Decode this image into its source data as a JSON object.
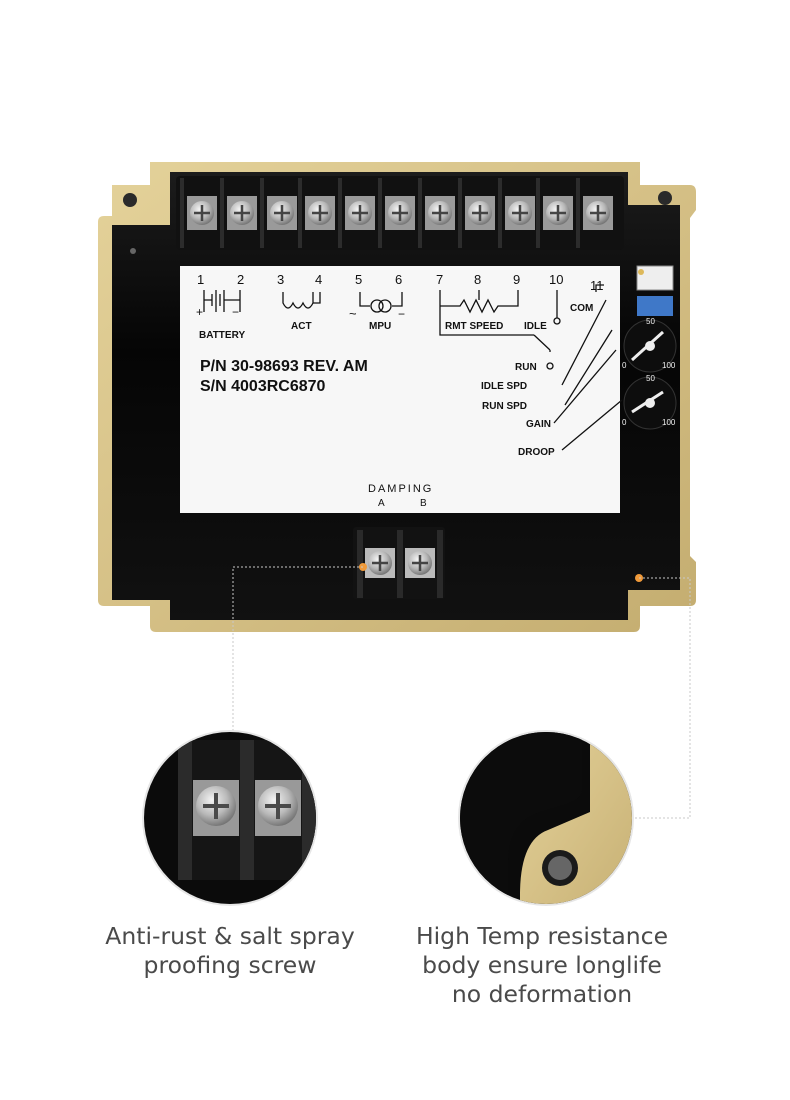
{
  "product": {
    "terminal_numbers": [
      "1",
      "2",
      "3",
      "4",
      "5",
      "6",
      "7",
      "8",
      "9",
      "10",
      "11"
    ],
    "labels": {
      "battery": "BATTERY",
      "act": "ACT",
      "mpu": "MPU",
      "rmt_speed": "RMT SPEED",
      "idle": "IDLE",
      "com": "COM",
      "run": "RUN",
      "idle_spd": "IDLE SPD",
      "run_spd": "RUN SPD",
      "gain": "GAIN",
      "droop": "DROOP",
      "damping": "DAMPING",
      "damping_a": "A",
      "damping_b": "B",
      "plus": "+",
      "minus": "−",
      "tilde": "~"
    },
    "part_number": "P/N  30-98693  REV. AM",
    "serial_number": "S/N  4003RC6870",
    "dial_scale": [
      "0",
      "50",
      "100"
    ]
  },
  "captions": {
    "left": "Anti-rust & salt spray\nproofing screw",
    "right": "High Temp resistance\nbody ensure longlife\nno deformation"
  },
  "colors": {
    "frame": "#d8c48a",
    "body": "#0a0a0a",
    "label": "#f7f7f7",
    "caption_text": "#4a4a4a"
  }
}
